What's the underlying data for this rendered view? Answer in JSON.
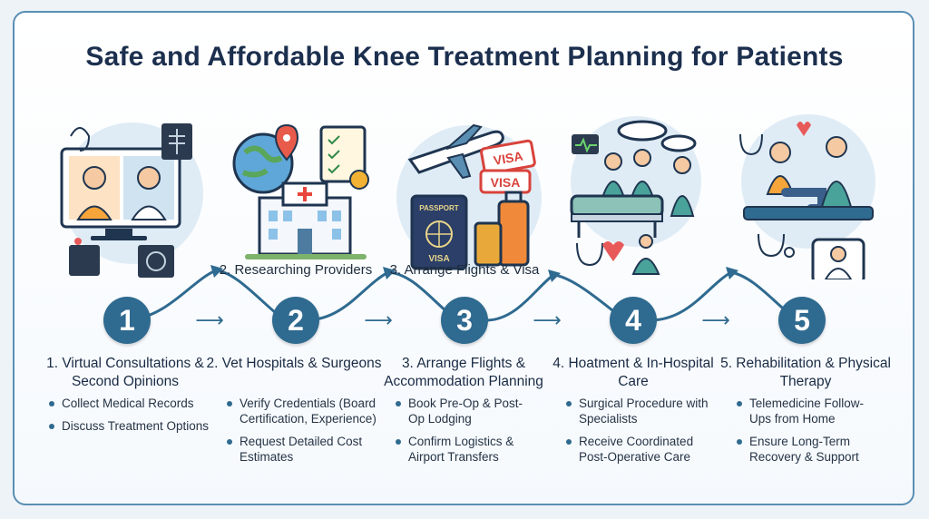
{
  "title": "Safe and Affordable Knee Treatment Planning for Patients",
  "stage_labels": [
    "2. Researching Providers",
    "3. Arrange Flights & Visa"
  ],
  "steps": [
    {
      "number": "1",
      "heading": "1. Virtual Consultations & Second Opinions",
      "bullets": [
        "Collect Medical Records",
        "Discuss Treatment Options"
      ],
      "icon": "video-consultation-icon"
    },
    {
      "number": "2",
      "heading": "2. Vet Hospitals & Surgeons",
      "bullets": [
        "Verify Credentials (Board Certification, Experience)",
        "Request Detailed Cost Estimates"
      ],
      "icon": "hospital-globe-icon"
    },
    {
      "number": "3",
      "heading": "3. Arrange Flights & Accommodation Planning",
      "bullets": [
        "Book Pre-Op & Post-Op Lodging",
        "Confirm Logistics & Airport Transfers"
      ],
      "icon": "airplane-passport-icon"
    },
    {
      "number": "4",
      "heading": "4. Hoatment & In-Hospital Care",
      "bullets": [
        "Surgical Procedure with Specialists",
        "Receive Coordinated Post-Operative Care"
      ],
      "icon": "surgery-room-icon"
    },
    {
      "number": "5",
      "heading": "5. Rehabilitation & Physical Therapy",
      "bullets": [
        "Telemedicine Follow-Ups from Home",
        "Ensure Long-Term Recovery & Support"
      ],
      "icon": "physical-therapy-icon"
    }
  ],
  "illustration_text": {
    "passport": "PASSPORT",
    "visa": "VISA",
    "stamp1": "VISA",
    "stamp2": "VISA"
  },
  "colors": {
    "accent": "#2f6a90",
    "title": "#1c2f4e",
    "frame": "#5a8fb3"
  }
}
